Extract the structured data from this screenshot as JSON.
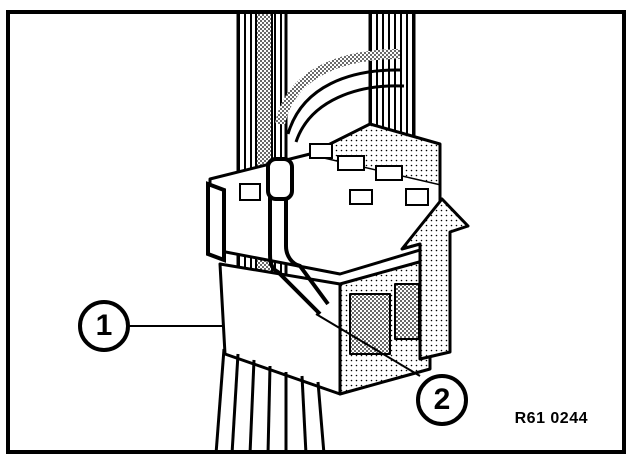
{
  "diagram": {
    "callouts": [
      {
        "label": "1"
      },
      {
        "label": "2"
      }
    ],
    "reference_code": "R61 0244"
  }
}
